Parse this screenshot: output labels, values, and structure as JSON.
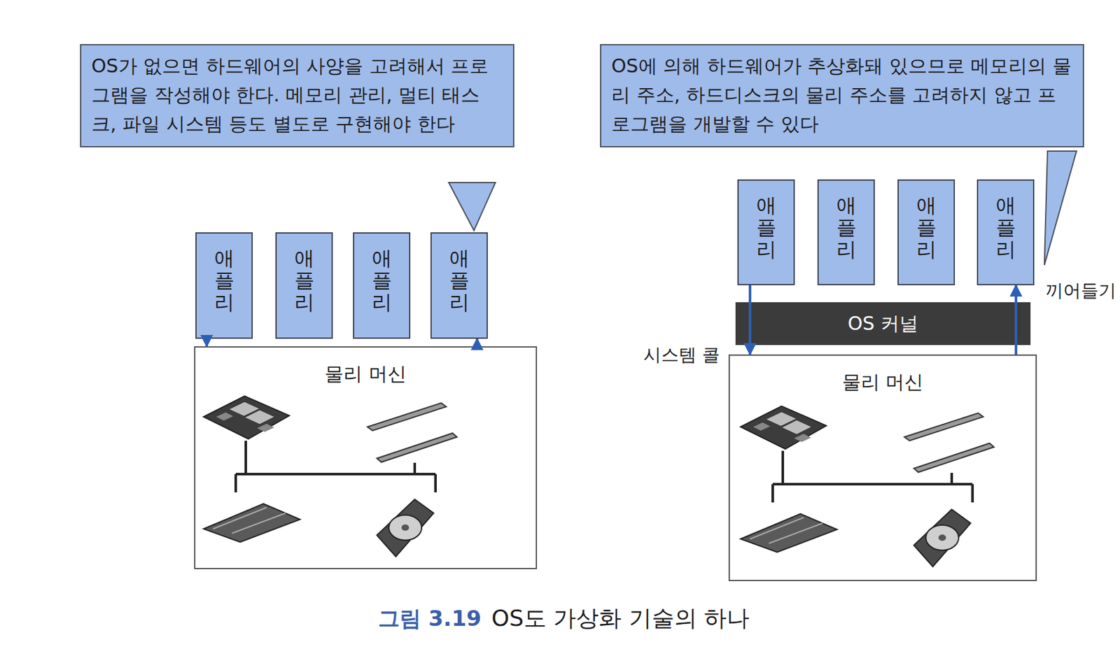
{
  "diagram": {
    "caption": "OS도 가상화 기술의 하나",
    "nodes": [
      {
        "text": [
          "OS가 없으면 하드웨어의 사양을 고려해서 프로그램을 작성해야 한다. 메모리 관리, 멀티 태스크, 파일 시스템 등도 별도로 구현해야 한다"
        ]
      },
      {
        "text": [
          "애플리"
        ]
      },
      {
        "text": [
          "애플리"
        ]
      },
      {
        "text": [
          "애플리"
        ]
      },
      {
        "text": [
          "애플리"
        ]
      },
      {
        "text": [
          "물리 머신"
        ]
      },
      {
        "text": [
          "OS에 의해 하드웨어가 추상화돼 있으므로 메모리의 물리 주소, 하드디스크의 물리 주소를 고려하지 않고 프로그램을 개발할 수 있다"
        ]
      },
      {
        "text": [
          "애플리"
        ]
      },
      {
        "text": [
          "애플리"
        ]
      },
      {
        "text": [
          "애플리"
        ]
      },
      {
        "text": [
          "애플리"
        ]
      },
      {
        "text": [
          "OS 커널"
        ]
      },
      {
        "text": [
          "물리 머신"
        ]
      }
    ],
    "edges": [
      {
        "from": 1,
        "to": 5,
        "arrow": "to"
      },
      {
        "from": 5,
        "to": 4,
        "arrow": "to"
      },
      {
        "from": 7,
        "to": 12,
        "label": "시스템 콜",
        "arrow": "to"
      },
      {
        "from": 12,
        "to": 10,
        "label": "끼어들기",
        "arrow": "to"
      }
    ],
    "labels": [
      "그림 3.19"
    ]
  }
}
